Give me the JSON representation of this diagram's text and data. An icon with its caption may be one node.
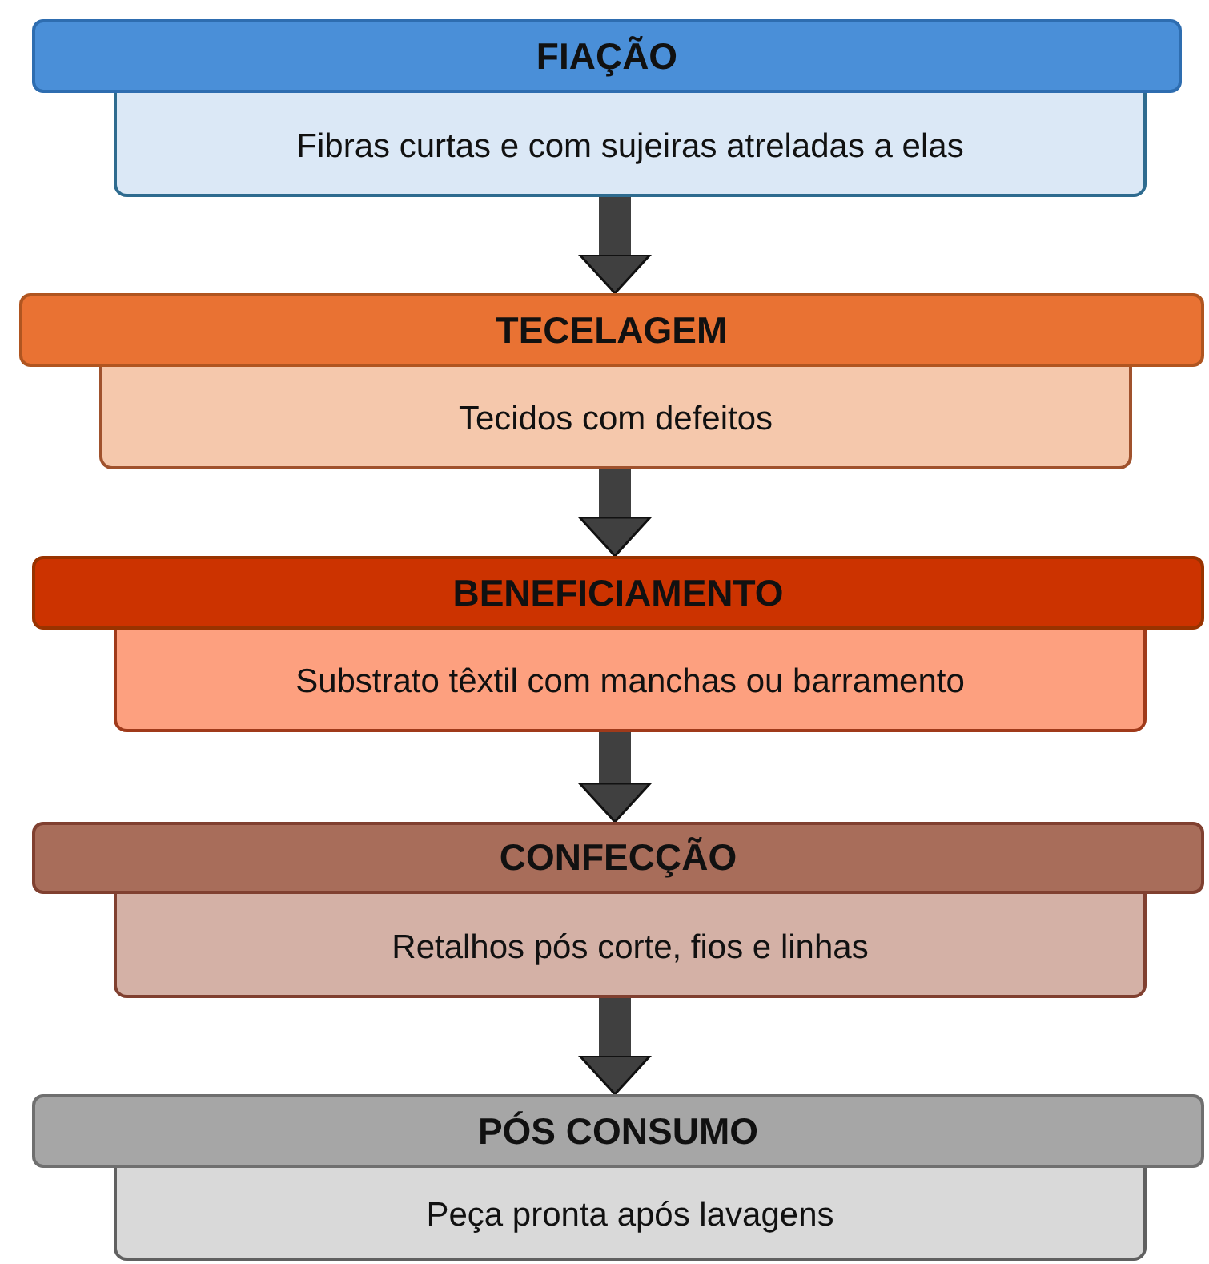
{
  "diagram": {
    "nodes": [
      {
        "text": [
          "FIAÇÃO"
        ]
      },
      {
        "text": [
          "Fibras curtas e com sujeiras atreladas a elas"
        ]
      },
      {
        "text": [
          "TECELAGEM"
        ]
      },
      {
        "text": [
          "Tecidos com defeitos"
        ]
      },
      {
        "text": [
          "BENEFICIAMENTO"
        ]
      },
      {
        "text": [
          "Substrato têxtil com manchas ou barramento"
        ]
      },
      {
        "text": [
          "CONFECÇÃO"
        ]
      },
      {
        "text": [
          "Retalhos pós corte, fios e linhas"
        ]
      },
      {
        "text": [
          "PÓS CONSUMO"
        ]
      },
      {
        "text": [
          "Peça pronta após lavagens"
        ]
      }
    ],
    "edges": [
      {
        "from": 1,
        "to": 2,
        "arrow": "to"
      },
      {
        "from": 3,
        "to": 4,
        "arrow": "to"
      },
      {
        "from": 5,
        "to": 6,
        "arrow": "to"
      },
      {
        "from": 7,
        "to": 8,
        "arrow": "to"
      }
    ]
  }
}
